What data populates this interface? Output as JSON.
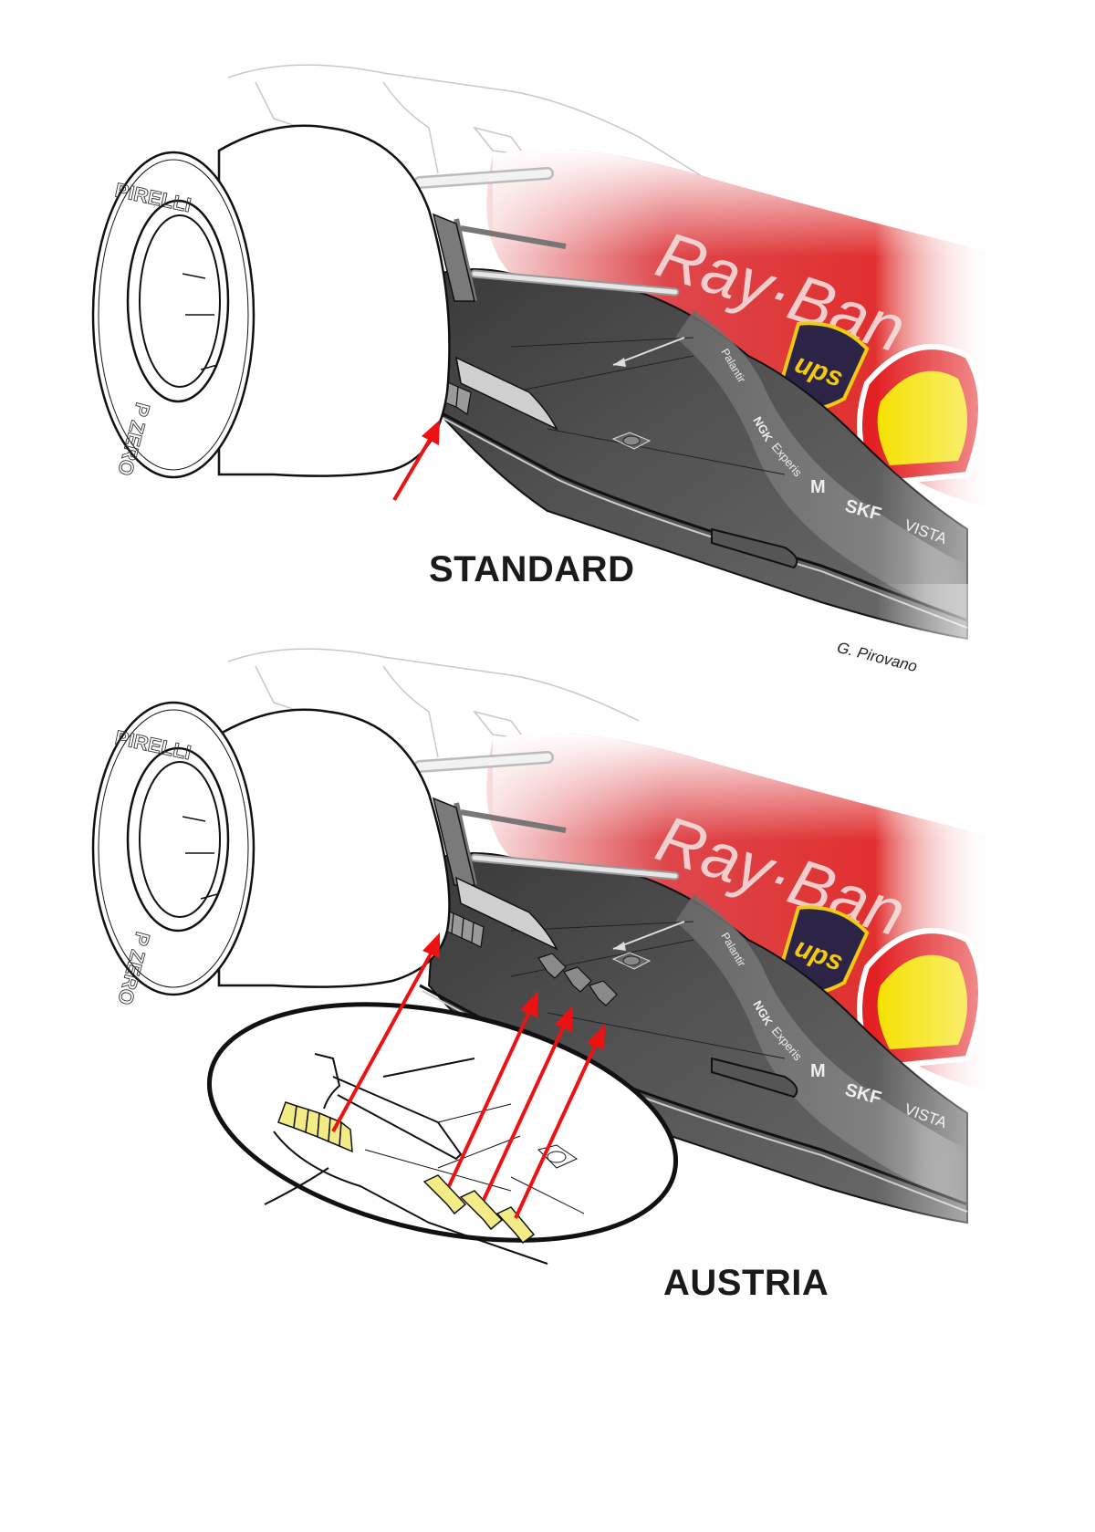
{
  "figure": {
    "subject": "Ferrari F1 car floor edge detail, front of floor behind front wheel",
    "labels": {
      "standard": "STANDARD",
      "austria": "AUSTRIA"
    },
    "credit": "G. Pirovano",
    "tyre_markings": {
      "brand": "PIRELLI",
      "compound": "P ZERO"
    },
    "sponsors": [
      "Ray-Ban",
      "UPS",
      "Shell",
      "Palantir",
      "NGK",
      "Experis",
      "Marelli",
      "SKF",
      "Vista"
    ],
    "annotations": {
      "standard_arrows": 1,
      "austria_arrows": 4,
      "detail_inset": "Zoomed ellipse showing highlighted floor fins in yellow"
    },
    "colors": {
      "arrow": "#ee1111",
      "highlight_fins": "#f3ec86",
      "bodywork_red": "#d8262b",
      "floor_dark": "#4a4a4a",
      "ups_brown": "#2c2446",
      "ups_gold": "#f2c913",
      "shell_yellow": "#f5e100",
      "text": "#1a1a1a"
    }
  }
}
